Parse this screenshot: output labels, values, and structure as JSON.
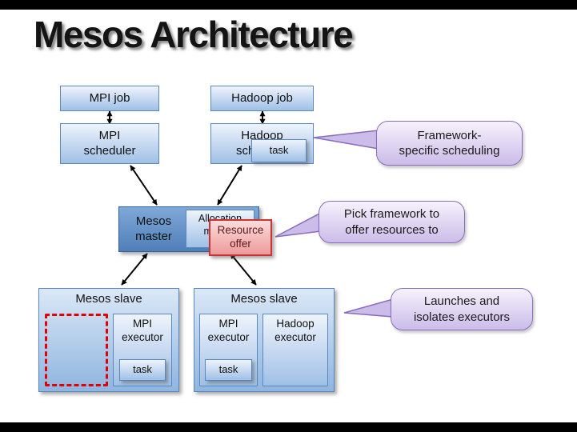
{
  "slide": {
    "title": "Mesos Architecture"
  },
  "nodes": {
    "mpi_job": {
      "label": "MPI job"
    },
    "hadoop_job": {
      "label": "Hadoop job"
    },
    "mpi_scheduler": {
      "label": "MPI\nscheduler"
    },
    "hadoop_scheduler": {
      "label": "Hadoop\nscheduler"
    },
    "scheduler_task": {
      "label": "task"
    },
    "mesos_master": {
      "label": "Mesos\nmaster"
    },
    "allocation_module": {
      "label": "Allocation module"
    },
    "resource_offer": {
      "label": "Resource\noffer"
    },
    "slave_left": {
      "label": "Mesos slave"
    },
    "slave_right": {
      "label": "Mesos slave"
    },
    "mpi_executor_left": {
      "label": "MPI\nexecutor"
    },
    "task_left": {
      "label": "task"
    },
    "mpi_executor_right": {
      "label": "MPI\nexecutor"
    },
    "task_right": {
      "label": "task"
    },
    "hadoop_executor": {
      "label": "Hadoop\nexecutor"
    }
  },
  "callouts": {
    "framework_scheduling": {
      "text": "Framework-\nspecific scheduling"
    },
    "pick_framework": {
      "text": "Pick framework to\noffer resources to"
    },
    "launches_executors": {
      "text": "Launches and\nisolates executors"
    }
  },
  "colors": {
    "box_border": "#5b87bf",
    "box_fill_top": "#eef4fc",
    "box_fill_mid": "#cbdcf2",
    "box_fill_bottom": "#9fc0e6",
    "slave_fill_top": "#dbe8f7",
    "slave_fill_bottom": "#8fb5e0",
    "master_border": "#38619b",
    "master_fill_top": "#7fa8d8",
    "master_fill_bottom": "#4f7fb8",
    "offer_border": "#cc3333",
    "offer_fill_top": "#fbdcdc",
    "offer_fill_bottom": "#ee9a9a",
    "offer_text": "#5d1a1a",
    "callout_border": "#8a6cbe",
    "callout_fill_top": "#f6f2fc",
    "callout_fill_bottom": "#cbbce9",
    "dashed_red": "#e00000",
    "arrow": "#000000"
  }
}
